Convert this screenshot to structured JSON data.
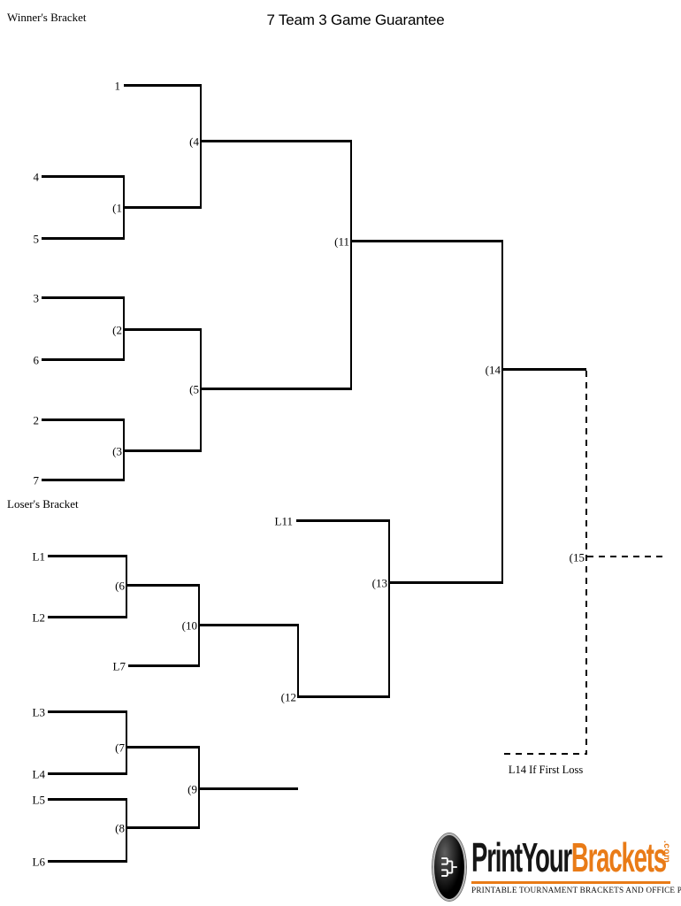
{
  "header": {
    "winners_label": "Winner's Bracket",
    "title": "7 Team 3 Game Guarantee",
    "losers_label": "Loser's Bracket"
  },
  "seeds": {
    "s1": "1",
    "s2": "2",
    "s3": "3",
    "s4": "4",
    "s5": "5",
    "s6": "6",
    "s7": "7"
  },
  "losers": {
    "l1": "L1",
    "l2": "L2",
    "l3": "L3",
    "l4": "L4",
    "l5": "L5",
    "l6": "L6",
    "l7": "L7",
    "l11": "L11"
  },
  "games": {
    "g1": "(1",
    "g2": "(2",
    "g3": "(3",
    "g4": "(4",
    "g5": "(5",
    "g6": "(6",
    "g7": "(7",
    "g8": "(8",
    "g9": "(9",
    "g10": "(10",
    "g11": "(11",
    "g12": "(12",
    "g13": "(13",
    "g14": "(14",
    "g15": "(15"
  },
  "notes": {
    "l14_first_loss": "L14 If First Loss"
  },
  "logo": {
    "print": "Print",
    "your": "Your",
    "brackets": "Brackets",
    "com": ".com",
    "tagline": "PRINTABLE TOURNAMENT BRACKETS AND OFFICE POOLS",
    "orange": "#e97b17",
    "black": "#161616"
  }
}
